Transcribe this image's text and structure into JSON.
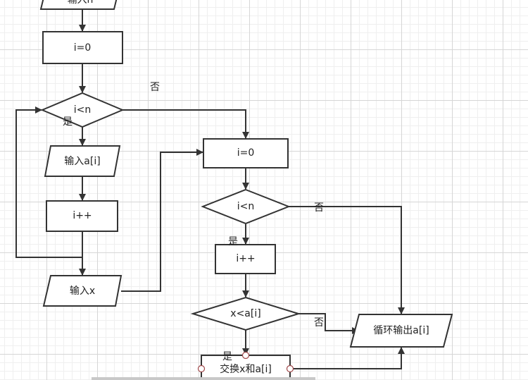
{
  "nodes": {
    "input_n": "输入n",
    "init_i_1": "i=0",
    "cond_1": "i<n",
    "input_ai": "输入a[i]",
    "incr_1": "i++",
    "input_x": "输入x",
    "init_i_2": "i=0",
    "cond_2": "i<n",
    "incr_2": "i++",
    "cond_x": "x<a[i]",
    "swap": "交换x和a[i]",
    "output": "循环输出a[i]"
  },
  "edge_labels": {
    "cond1_yes": "是",
    "cond1_no": "否",
    "cond2_yes": "是",
    "cond2_no": "否",
    "condx_yes": "是",
    "condx_no": "否"
  }
}
